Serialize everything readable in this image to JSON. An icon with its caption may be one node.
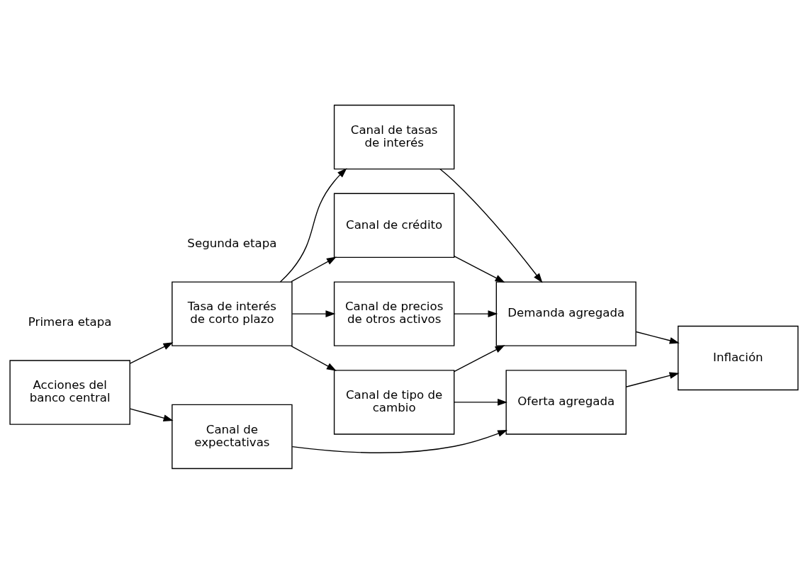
{
  "diagram": {
    "nodes": [
      {
        "text": [
          "Acciones del banco central"
        ]
      },
      {
        "text": [
          "Tasa de interés de corto plazo"
        ]
      },
      {
        "text": [
          "Canal de tasas de interés"
        ]
      },
      {
        "text": [
          "Canal de crédito"
        ]
      },
      {
        "text": [
          "Canal de precios de otros activos"
        ]
      },
      {
        "text": [
          "Canal de tipo de cambio"
        ]
      },
      {
        "text": [
          "Canal de expectativas"
        ]
      },
      {
        "text": [
          "Demanda agregada"
        ]
      },
      {
        "text": [
          "Oferta agregada"
        ]
      },
      {
        "text": [
          "Inflación"
        ]
      }
    ],
    "edges": [
      {
        "from": 0,
        "to": 1,
        "arrow": "to"
      },
      {
        "from": 1,
        "to": 2,
        "arrow": "to"
      },
      {
        "from": 1,
        "to": 3,
        "arrow": "to"
      },
      {
        "from": 1,
        "to": 4,
        "arrow": "to"
      },
      {
        "from": 1,
        "to": 5,
        "arrow": "to"
      },
      {
        "from": 0,
        "to": 6,
        "arrow": "to"
      },
      {
        "from": 2,
        "to": 7,
        "arrow": "to"
      },
      {
        "from": 3,
        "to": 7,
        "arrow": "to"
      },
      {
        "from": 4,
        "to": 7,
        "arrow": "to"
      },
      {
        "from": 5,
        "to": 7,
        "arrow": "to"
      },
      {
        "from": 5,
        "to": 8,
        "arrow": "to"
      },
      {
        "from": 6,
        "to": 8,
        "arrow": "to"
      },
      {
        "from": 7,
        "to": 9,
        "arrow": "to"
      },
      {
        "from": 8,
        "to": 9,
        "arrow": "to"
      }
    ],
    "labels": [
      "Primera etapa",
      "Segunda etapa"
    ]
  }
}
